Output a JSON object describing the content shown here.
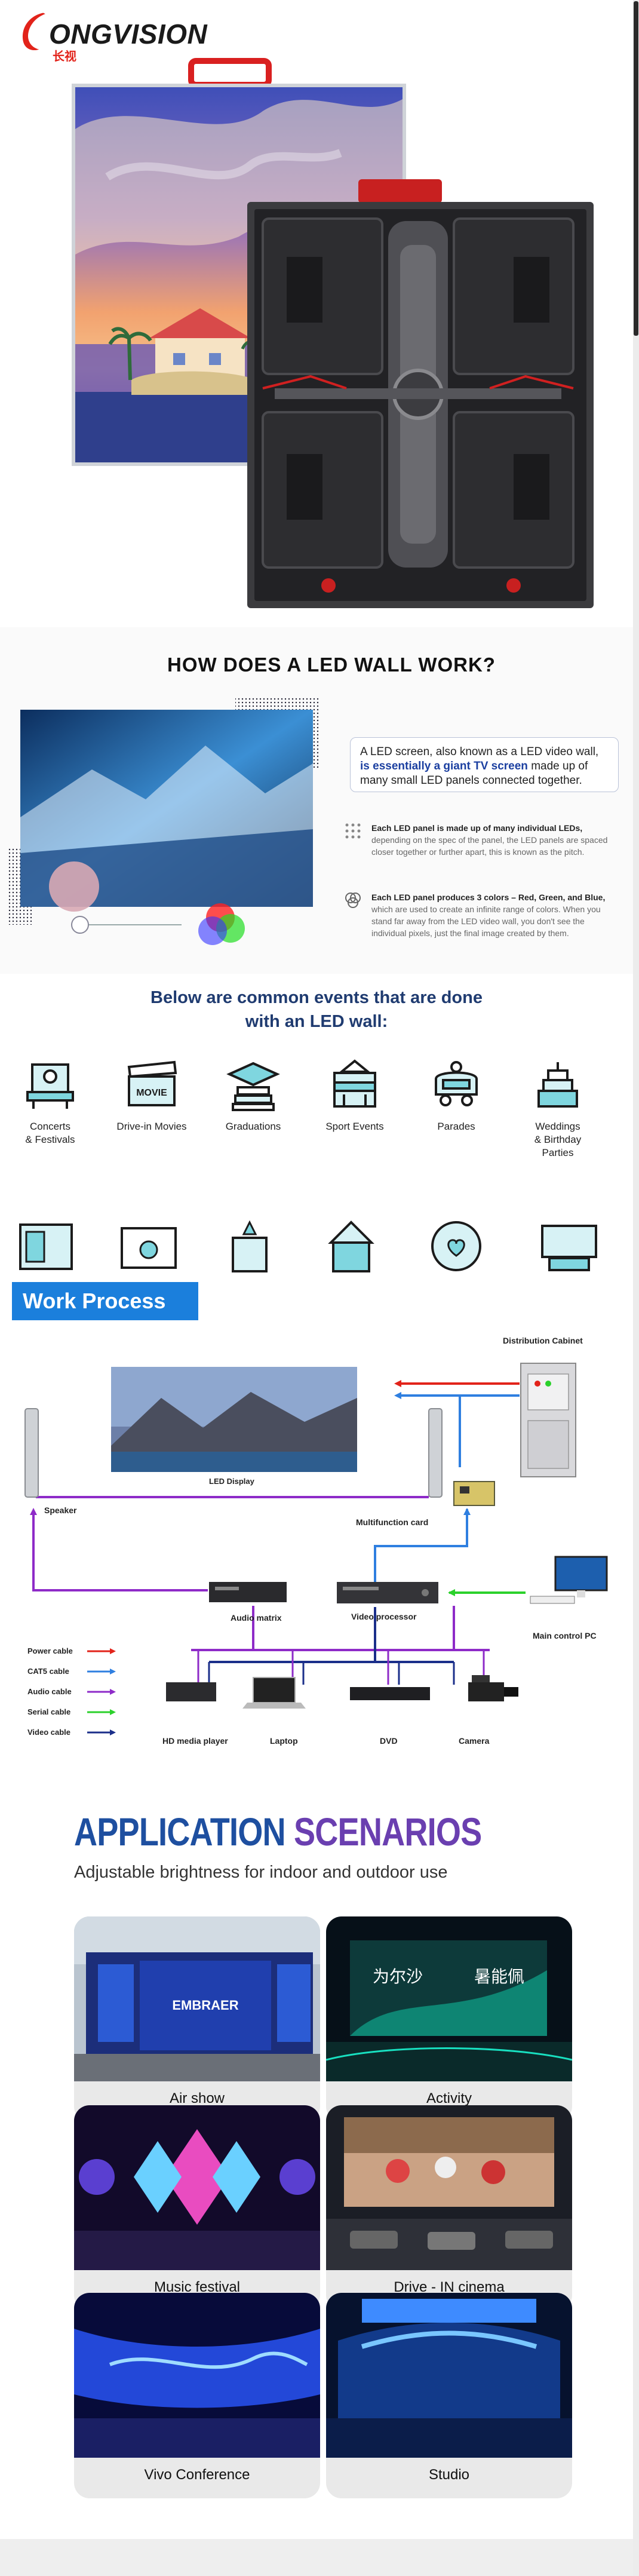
{
  "brand": {
    "name": "ONGVISION",
    "subtitle": "长视",
    "accent": "#e2231a",
    "dark": "#1a1a1a"
  },
  "how": {
    "title": "HOW DOES A LED WALL WORK?",
    "intro_plain": "A LED screen, also known as a LED video wall,",
    "intro_highlight": "is essentially a giant TV screen",
    "intro_rest": "made up of many small LED panels connected together.",
    "bullets": [
      {
        "icon": "dot-grid-icon",
        "bold": "Each LED panel is made up of many individual LEDs,",
        "text": "depending on the spec of the panel, the LED panels are spaced closer together or further apart, this is known as the pitch."
      },
      {
        "icon": "rgb-circles-icon",
        "bold": "Each LED panel produces 3 colors – Red, Green, and Blue,",
        "text": "which are used to create an infinite range of colors. When you stand far away from the LED video wall, you don't see the individual pixels, just the final image created by them."
      }
    ]
  },
  "events": {
    "title_line1": "Below are common events that are done",
    "title_line2": "with an LED wall:",
    "items": [
      {
        "label": "Concerts\n& Festivals",
        "icon": "concert-stage-icon"
      },
      {
        "label": "Drive-in Movies",
        "icon": "movie-clapper-icon"
      },
      {
        "label": "Graduations",
        "icon": "graduation-cap-icon"
      },
      {
        "label": "Sport Events",
        "icon": "stadium-icon"
      },
      {
        "label": "Parades",
        "icon": "parade-float-icon"
      },
      {
        "label": "Weddings\n& Birthday\nParties",
        "icon": "cake-icon"
      }
    ],
    "row2_icons": [
      "billboard-icon",
      "video-player-icon",
      "podium-icon",
      "church-icon",
      "heart-icon",
      "presentation-icon"
    ]
  },
  "work_process": {
    "tab_label": "Work Process",
    "labels": {
      "distribution": "Distribution Cabinet",
      "led_display": "LED Display",
      "speaker": "Speaker",
      "multifunction": "Multifunction card",
      "audio_matrix": "Audio matrix",
      "video_processor": "Video processor",
      "main_pc": "Main control PC",
      "hd_player": "HD media player",
      "laptop": "Laptop",
      "dvd": "DVD",
      "camera": "Camera"
    },
    "legend": [
      {
        "label": "Power cable",
        "color": "#e2231a"
      },
      {
        "label": "CAT5 cable",
        "color": "#2f7fe0"
      },
      {
        "label": "Audio cable",
        "color": "#8e2bc8"
      },
      {
        "label": "Serial cable",
        "color": "#2bd12b"
      },
      {
        "label": "Video cable",
        "color": "#1b2f8a"
      }
    ]
  },
  "application": {
    "title_a": "APPLICATION",
    "title_b": "SCENARIOS",
    "subtitle": "Adjustable brightness for indoor and outdoor use",
    "cards": [
      {
        "label": "Air show",
        "theme": "air"
      },
      {
        "label": "Activity",
        "theme": "activity"
      },
      {
        "label": "Music festival",
        "theme": "music"
      },
      {
        "label": "Drive - IN cinema",
        "theme": "cinema"
      },
      {
        "label": "Vivo Conference",
        "theme": "conference"
      },
      {
        "label": "Studio",
        "theme": "studio"
      }
    ],
    "card_screen_text": {
      "air": "EMBRAER",
      "activity_left": "为尔沙",
      "activity_right": "暑能佩"
    }
  },
  "colors": {
    "title_blue": "#1e4fa0",
    "title_purple": "#6a3fb0",
    "events_blue": "#1f3b70",
    "tab_blue": "#1b7fdc"
  }
}
